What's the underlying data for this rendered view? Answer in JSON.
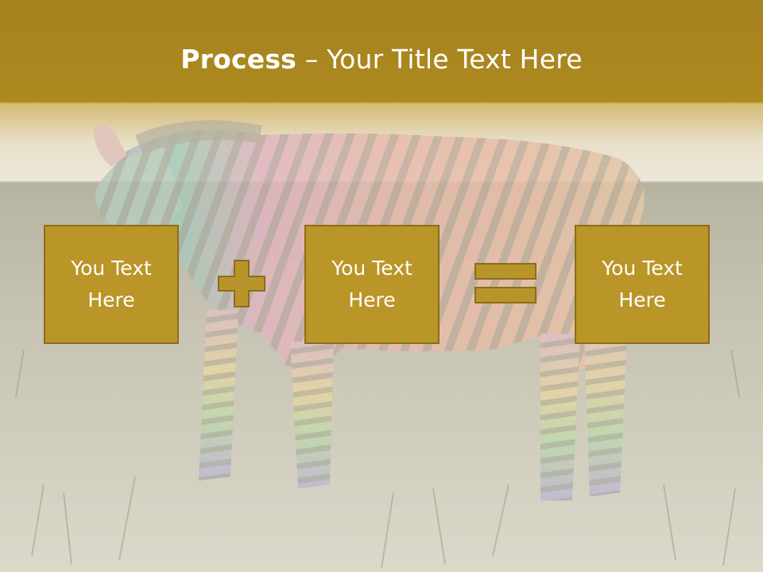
{
  "slide": {
    "title_bold": "Process",
    "title_rest": " – Your Title Text Here"
  },
  "process": {
    "steps": [
      {
        "label": "You Text\nHere"
      },
      {
        "label": "You Text\nHere"
      },
      {
        "label": "You Text\nHere"
      }
    ],
    "operators": [
      "plus-icon",
      "equals-icon"
    ]
  },
  "colors": {
    "title_bar": "#a0801d",
    "box_fill": "#ba9527",
    "box_border": "#8c6d16",
    "operator_fill": "#b8952a"
  }
}
